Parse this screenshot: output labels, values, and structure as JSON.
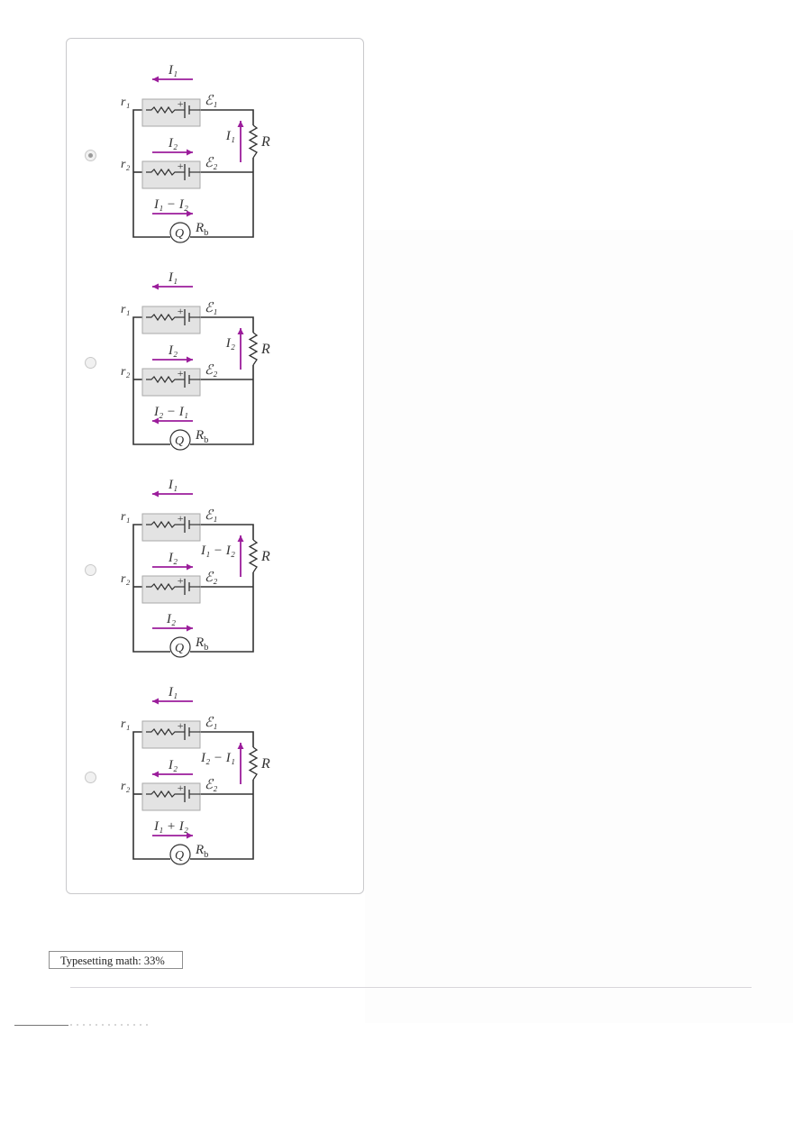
{
  "colors": {
    "arrow": "#9b1d9b",
    "wire": "#333333",
    "battery_box": "#e3e3e3"
  },
  "options": [
    {
      "selected": true,
      "labels": {
        "top_current": "I₁",
        "top_r": "r₁",
        "top_emf": "ℰ₁",
        "right_current": "I₁",
        "resistor": "R",
        "mid_current": "I₂",
        "mid_r": "r₂",
        "mid_emf": "ℰ₂",
        "bottom_current": "I₁ − I₂",
        "bulb": "R_b"
      },
      "arrows": {
        "top": "left",
        "mid": "right",
        "bottom": "right",
        "right": "up"
      }
    },
    {
      "selected": false,
      "labels": {
        "top_current": "I₁",
        "top_r": "r₁",
        "top_emf": "ℰ₁",
        "right_current": "I₂",
        "resistor": "R",
        "mid_current": "I₂",
        "mid_r": "r₂",
        "mid_emf": "ℰ₂",
        "bottom_current": "I₂ − I₁",
        "bulb": "R_b"
      },
      "arrows": {
        "top": "left",
        "mid": "right",
        "bottom": "left",
        "right": "up"
      }
    },
    {
      "selected": false,
      "labels": {
        "top_current": "I₁",
        "top_r": "r₁",
        "top_emf": "ℰ₁",
        "right_current": "I₁ − I₂",
        "resistor": "R",
        "mid_current": "I₂",
        "mid_r": "r₂",
        "mid_emf": "ℰ₂",
        "bottom_current": "I₂",
        "bulb": "R_b"
      },
      "arrows": {
        "top": "left",
        "mid": "right",
        "bottom": "right",
        "right": "up"
      }
    },
    {
      "selected": false,
      "labels": {
        "top_current": "I₁",
        "top_r": "r₁",
        "top_emf": "ℰ₁",
        "right_current": "I₂ − I₁",
        "resistor": "R",
        "mid_current": "I₂",
        "mid_r": "r₂",
        "mid_emf": "ℰ₂",
        "bottom_current": "I₁ + I₂",
        "bulb": "R_b"
      },
      "arrows": {
        "top": "left",
        "mid": "left",
        "bottom": "right",
        "right": "up"
      }
    }
  ],
  "status": {
    "typesetting": "Typesetting math: 33%"
  }
}
